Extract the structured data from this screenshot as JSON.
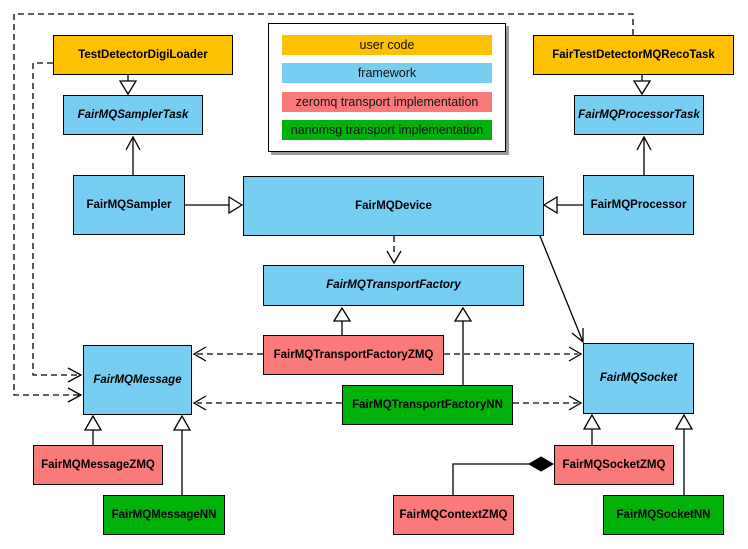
{
  "diagram": {
    "palette": {
      "user_code": "#fdc101",
      "framework": "#76cef2",
      "zeromq": "#fa7a7a",
      "nanomsg": "#00b10a"
    },
    "legend": {
      "items": [
        {
          "label": "user code",
          "color_key": "user_code"
        },
        {
          "label": "framework",
          "color_key": "framework"
        },
        {
          "label": "zeromq transport implementation",
          "color_key": "zeromq"
        },
        {
          "label": "nanomsg transport implementation",
          "color_key": "nanomsg"
        }
      ]
    },
    "nodes": {
      "test_detector_digi_loader": {
        "label": "TestDetectorDigiLoader"
      },
      "fair_test_detector_mq_reco_task": {
        "label": "FairTestDetectorMQRecoTask"
      },
      "fairmq_sampler_task": {
        "label": "FairMQSamplerTask"
      },
      "fairmq_processor_task": {
        "label": "FairMQProcessorTask"
      },
      "fairmq_sampler": {
        "label": "FairMQSampler"
      },
      "fairmq_device": {
        "label": "FairMQDevice"
      },
      "fairmq_processor": {
        "label": "FairMQProcessor"
      },
      "fairmq_transport_factory": {
        "label": "FairMQTransportFactory"
      },
      "fairmq_transport_factory_zmq": {
        "label": "FairMQTransportFactoryZMQ"
      },
      "fairmq_transport_factory_nn": {
        "label": "FairMQTransportFactoryNN"
      },
      "fairmq_message": {
        "label": "FairMQMessage"
      },
      "fairmq_socket": {
        "label": "FairMQSocket"
      },
      "fairmq_message_zmq": {
        "label": "FairMQMessageZMQ"
      },
      "fairmq_message_nn": {
        "label": "FairMQMessageNN"
      },
      "fairmq_socket_zmq": {
        "label": "FairMQSocketZMQ"
      },
      "fairmq_socket_nn": {
        "label": "FairMQSocketNN"
      },
      "fairmq_context_zmq": {
        "label": "FairMQContextZMQ"
      }
    }
  }
}
